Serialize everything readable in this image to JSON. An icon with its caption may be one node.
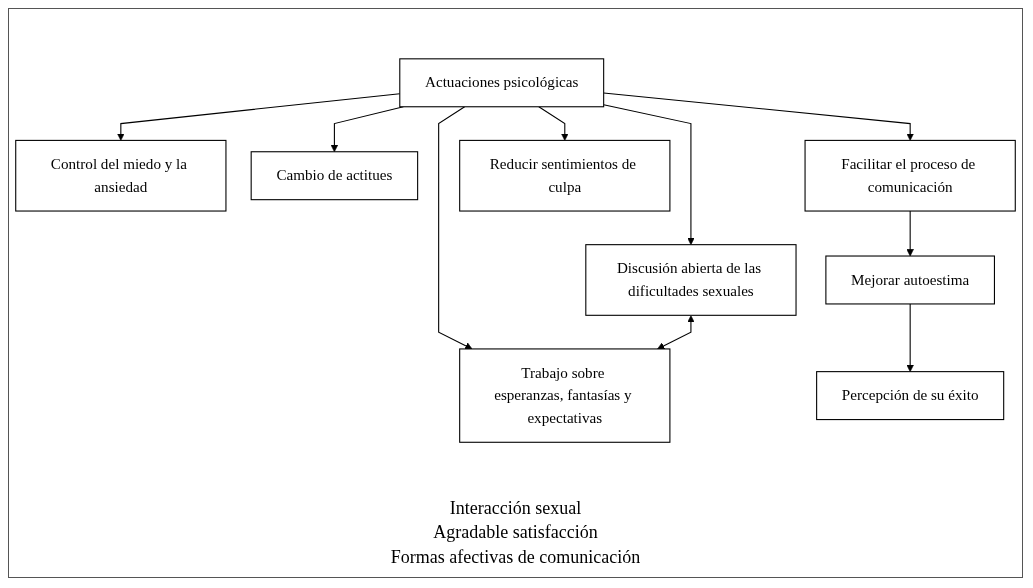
{
  "diagram": {
    "nodes": [
      {
        "text": [
          "Actuaciones psicológicas"
        ]
      },
      {
        "text": [
          "Control del miedo y la ansiedad"
        ]
      },
      {
        "text": [
          "Cambio de actitues"
        ]
      },
      {
        "text": [
          "Facilitar el proceso de comunicación"
        ]
      },
      {
        "text": [
          "Reducir sentimientos de culpa"
        ]
      },
      {
        "text": [
          "Discusión abierta de las dificultades sexuales"
        ]
      },
      {
        "text": [
          "Trabajo sobre esperanzas, fantasías y expectativas"
        ]
      },
      {
        "text": [
          "Mejorar autoestima"
        ]
      },
      {
        "text": [
          "Percepción de su éxito"
        ]
      }
    ],
    "edges": [
      {
        "from": 0,
        "to": 1,
        "arrow": "to"
      },
      {
        "from": 0,
        "to": 5,
        "arrow": "to"
      },
      {
        "from": 0,
        "to": 2,
        "arrow": "to"
      },
      {
        "from": 0,
        "to": 6,
        "arrow": "to"
      },
      {
        "from": 0,
        "to": 3,
        "arrow": "to"
      },
      {
        "from": 0,
        "to": 4,
        "arrow": "to"
      },
      {
        "from": 3,
        "to": 7,
        "arrow": "to"
      },
      {
        "from": 7,
        "to": 8,
        "arrow": "to"
      },
      {
        "from": 5,
        "to": 6,
        "arrow": "both"
      }
    ],
    "labels": [
      "Interacción sexual",
      "Agradable satisfacción",
      "Formas afectivas de comunicación"
    ]
  }
}
